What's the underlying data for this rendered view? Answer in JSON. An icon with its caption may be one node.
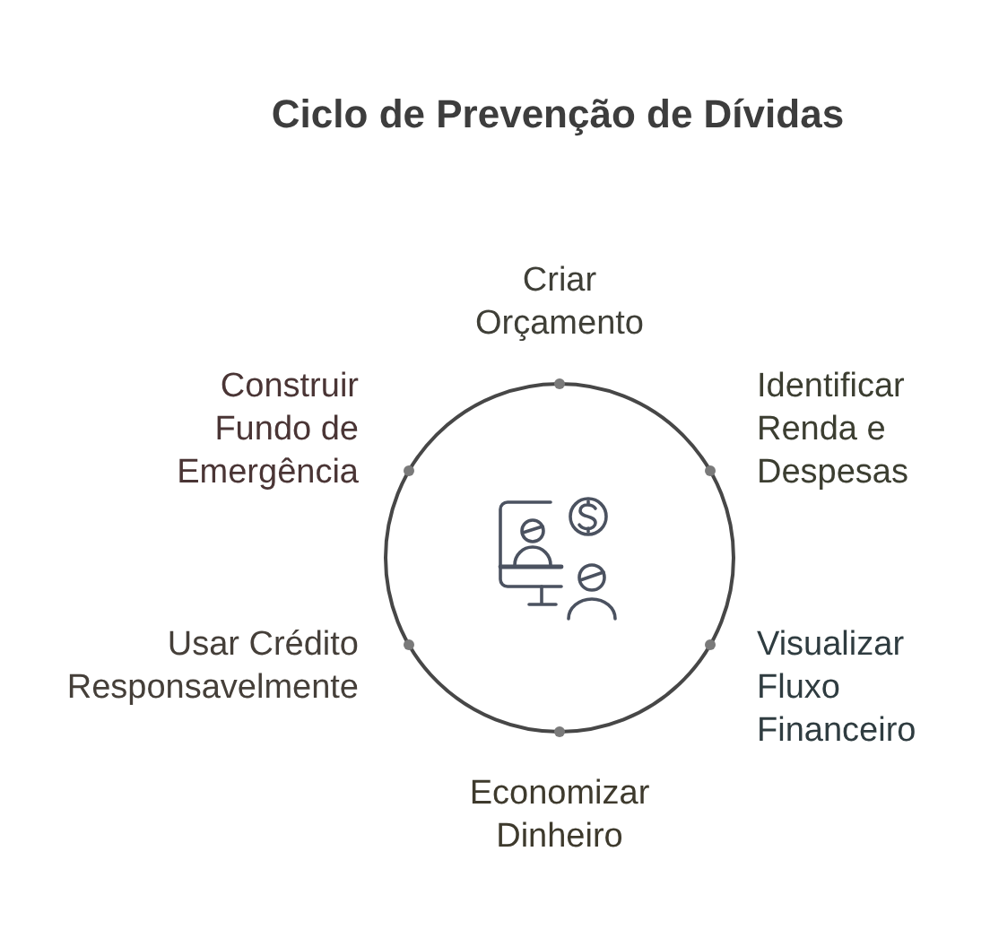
{
  "diagram": {
    "title": "Ciclo de Prevenção de Dívidas",
    "nodes": [
      {
        "text": [
          "Criar Orçamento"
        ]
      },
      {
        "text": [
          "Identificar Renda e Despesas"
        ]
      },
      {
        "text": [
          "Visualizar Fluxo Financeiro"
        ]
      },
      {
        "text": [
          "Economizar Dinheiro"
        ]
      },
      {
        "text": [
          "Usar Crédito Responsavelmente"
        ]
      },
      {
        "text": [
          "Construir Fundo de Emergência"
        ]
      }
    ]
  }
}
